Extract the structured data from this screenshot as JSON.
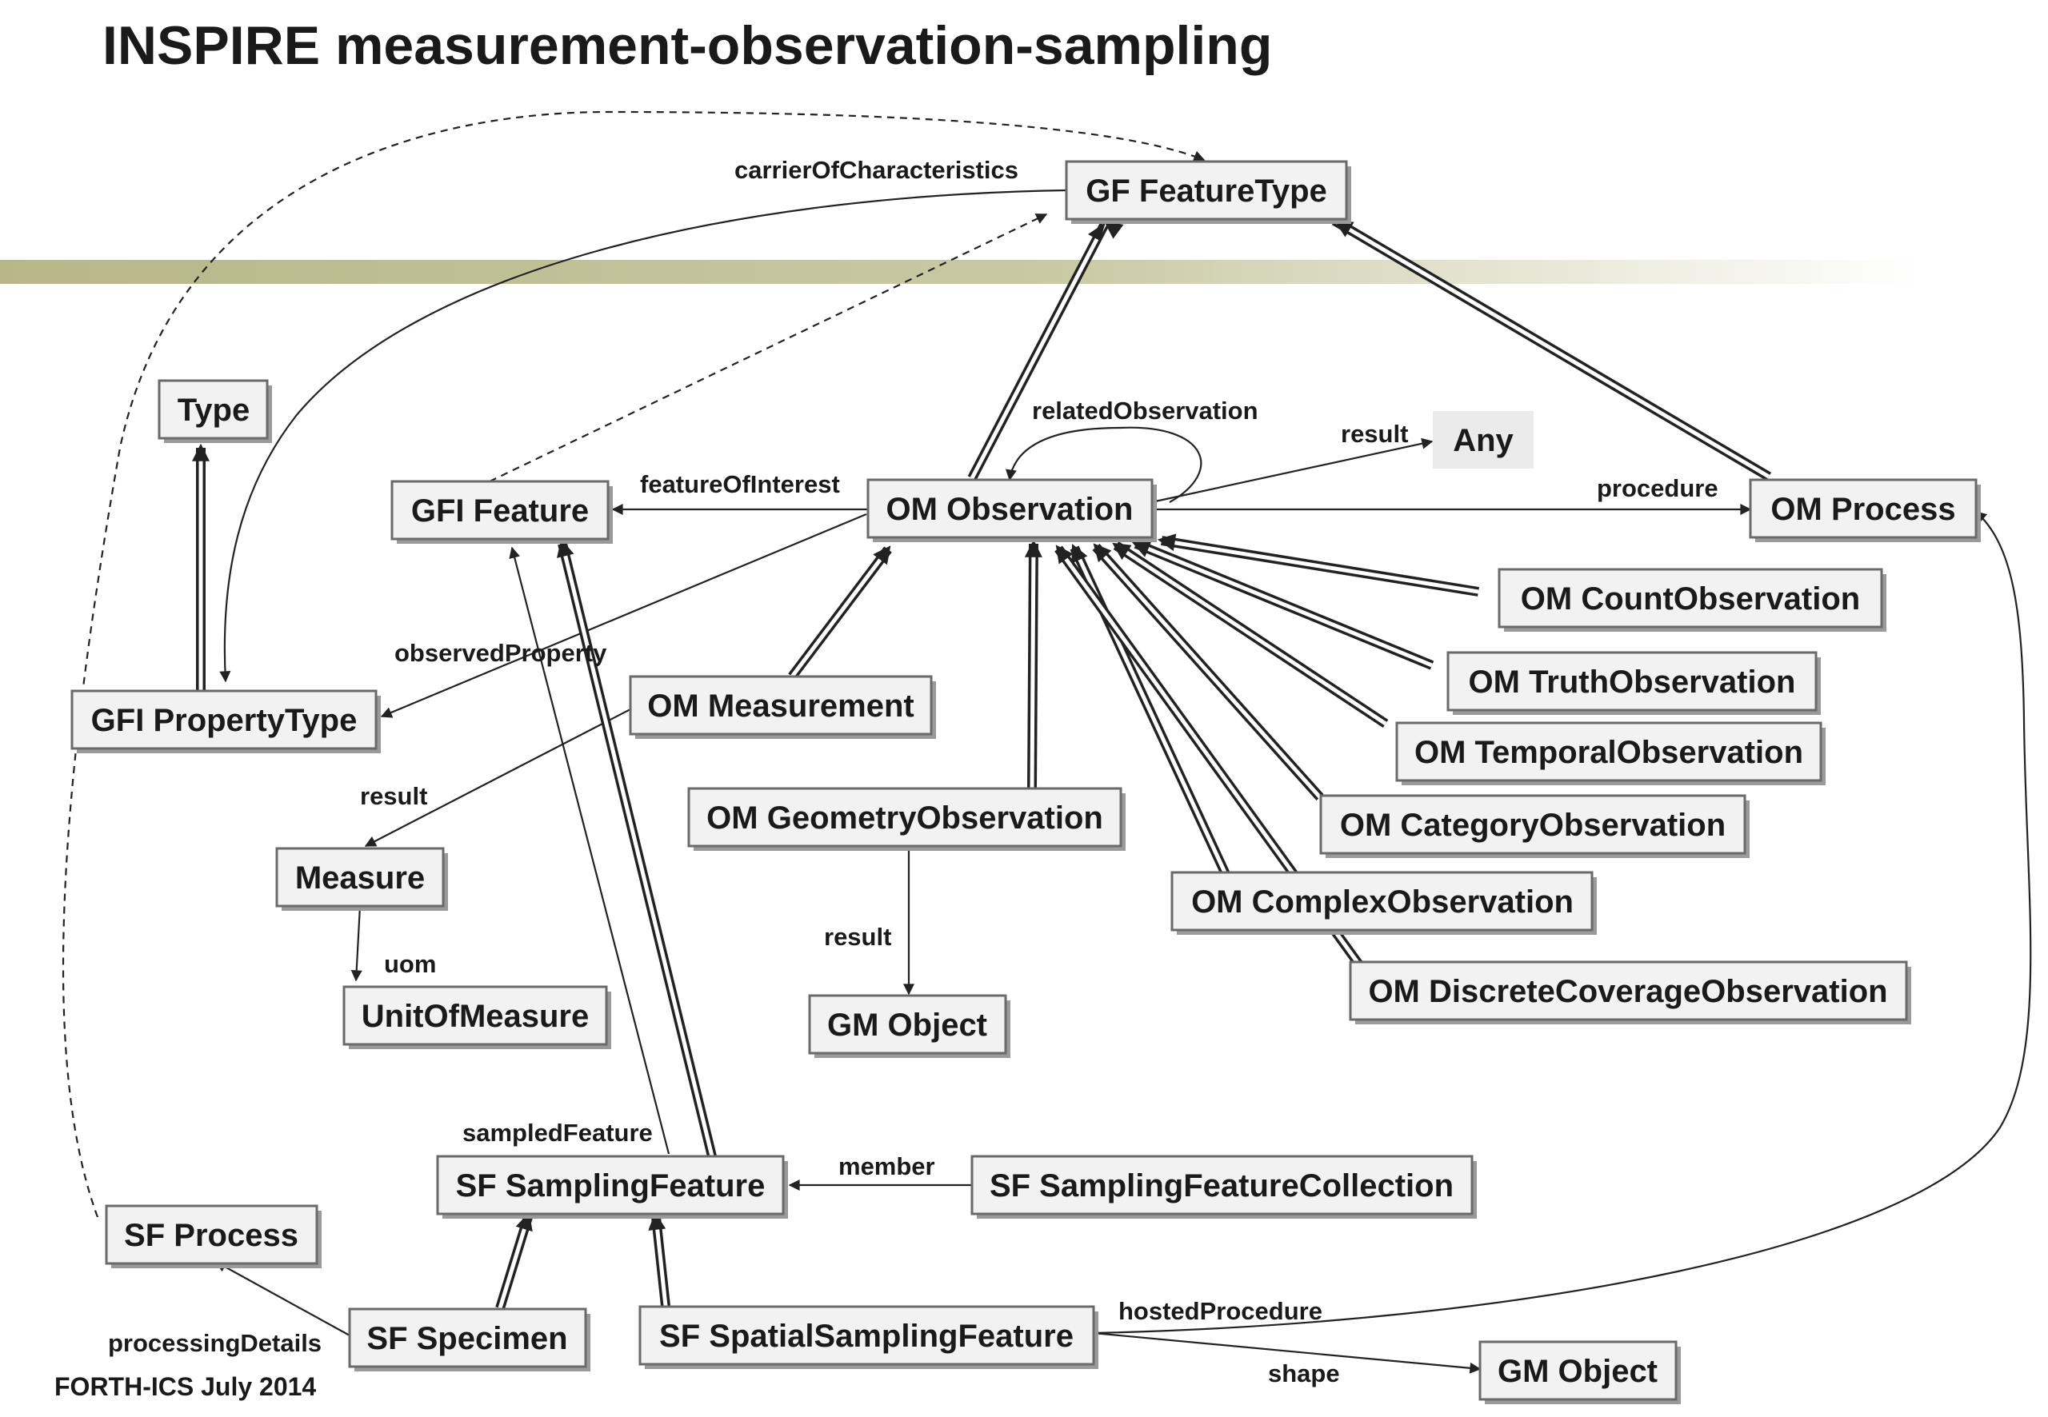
{
  "title": "INSPIRE measurement-observation-sampling",
  "footer": "FORTH-ICS July 2014",
  "colors": {
    "band": "#b7b78a",
    "box_fill": "#f2f2f2",
    "box_border": "#6a6a6a",
    "ink": "#1a1a1a"
  },
  "nodes": {
    "gf_featuretype": "GF FeatureType",
    "type": "Type",
    "gfi_feature": "GFI Feature",
    "om_observation": "OM Observation",
    "any": "Any",
    "om_process": "OM Process",
    "om_countobservation": "OM CountObservation",
    "om_truthobservation": "OM TruthObservation",
    "om_temporalobservation": "OM TemporalObservation",
    "om_categoryobservation": "OM CategoryObservation",
    "om_complexobservation": "OM ComplexObservation",
    "om_discretecoverageobservation": "OM DiscreteCoverageObservation",
    "gfi_propertytype": "GFI PropertyType",
    "om_measurement": "OM Measurement",
    "om_geometryobservation": "OM GeometryObservation",
    "measure": "Measure",
    "unitofmeasure": "UnitOfMeasure",
    "gm_object_1": "GM Object",
    "sf_samplingfeature": "SF SamplingFeature",
    "sf_samplingfeaturecollection": "SF SamplingFeatureCollection",
    "sf_process": "SF Process",
    "sf_specimen": "SF Specimen",
    "sf_spatialsamplingfeature": "SF SpatialSamplingFeature",
    "gm_object_2": "GM Object"
  },
  "edge_labels": {
    "carrier_of_characteristics": "carrierOfCharacteristics",
    "related_observation": "relatedObservation",
    "result_any": "result",
    "feature_of_interest": "featureOfInterest",
    "procedure": "procedure",
    "observed_property": "observedProperty",
    "result_measure": "result",
    "uom": "uom",
    "result_gm": "result",
    "sampled_feature": "sampledFeature",
    "member": "member",
    "hosted_procedure": "hostedProcedure",
    "processing_details": "processingDetails",
    "shape": "shape"
  }
}
